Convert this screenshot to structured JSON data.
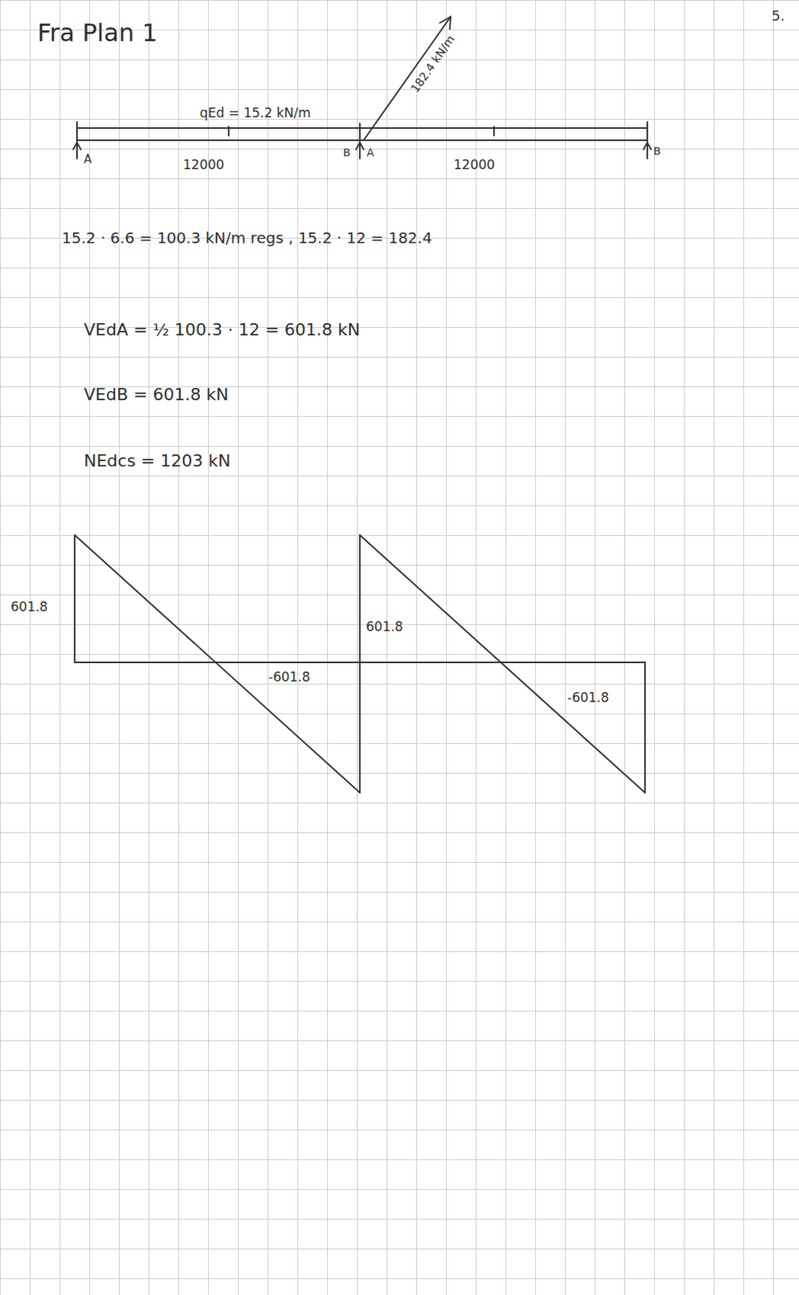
{
  "diagram": {
    "title": "Fra Plan 1",
    "labels": [
      "5.",
      "qEd = 15.2 kN/m",
      "182.4 kN/m",
      "A",
      "12000",
      "B",
      "A",
      "12000",
      "B",
      "15.2 · 6.6 = 100.3 kN/m regs , 15.2 · 12 = 182.4",
      "VEdA = ½ 100.3 · 12 = 601.8 kN",
      "VEdB = 601.8 kN",
      "NEdcs = 1203 kN",
      "601.8",
      "601.8",
      "-601.8",
      "-601.8"
    ]
  }
}
